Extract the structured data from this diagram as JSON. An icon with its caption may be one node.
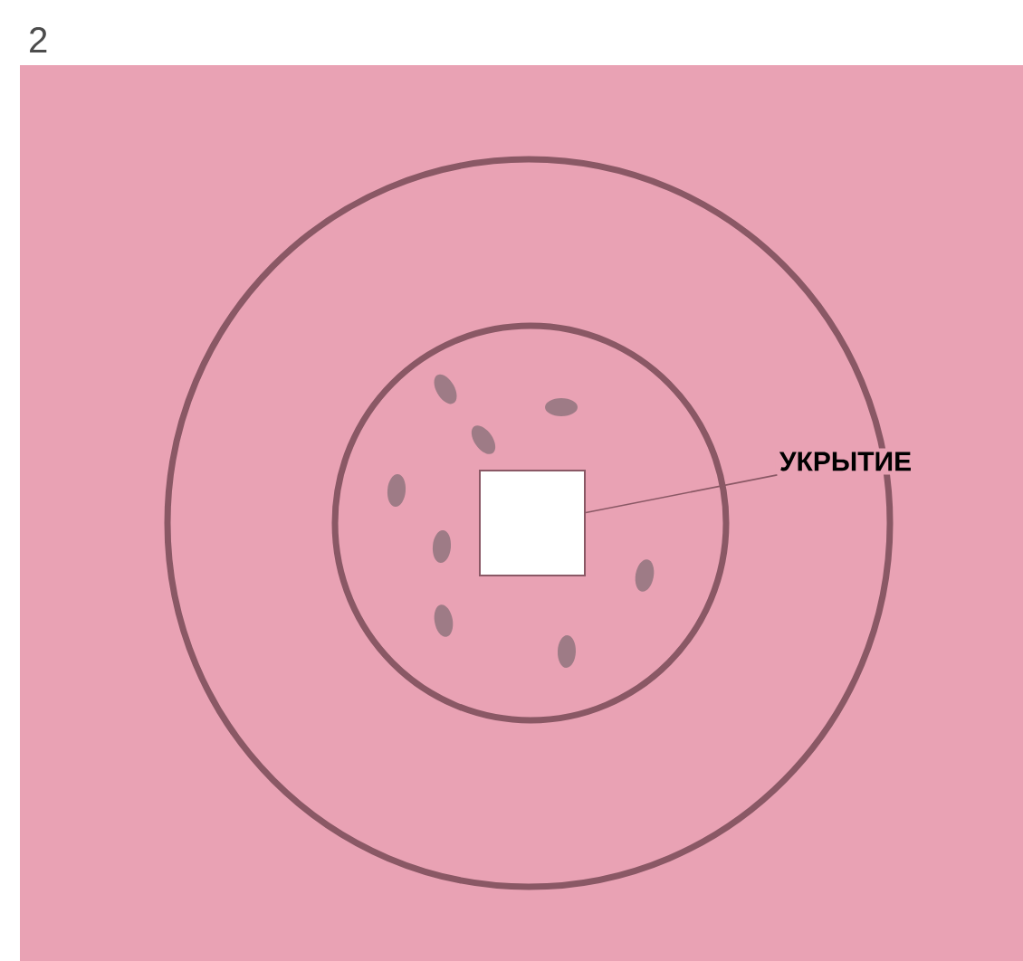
{
  "diagram": {
    "nodes": [
      {
        "text": [
          "УКРЫТИЕ"
        ]
      },
      {
        "text": [],
        "shape": "box"
      }
    ],
    "edges": [
      {
        "from": 0,
        "to": 1,
        "arrow": "none"
      }
    ],
    "labels": [
      "2"
    ]
  }
}
